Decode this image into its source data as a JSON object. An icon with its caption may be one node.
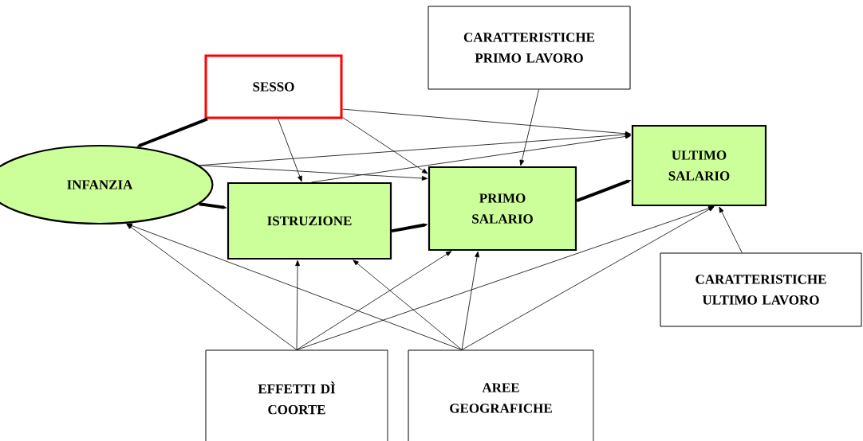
{
  "diagram": {
    "nodes": [
      {
        "text": [
          "CARATTERISTICHE PRIMO LAVORO"
        ]
      },
      {
        "text": [
          "SESSO"
        ]
      },
      {
        "text": [
          "ULTIMO SALARIO"
        ]
      },
      {
        "text": [
          "INFANZIA"
        ]
      },
      {
        "text": [
          "PRIMO SALARIO"
        ]
      },
      {
        "text": [
          "ISTRUZIONE"
        ]
      },
      {
        "text": [
          "CARATTERISTICHE ULTIMO LAVORO"
        ]
      },
      {
        "text": [
          "EFFETTI DÌ COORTE"
        ]
      },
      {
        "text": [
          "AREE GEOGRAFICHE"
        ]
      }
    ],
    "edges": [
      {
        "from": 1,
        "to": 3,
        "arrow": "to",
        "style": "thick"
      },
      {
        "from": 1,
        "to": 5,
        "arrow": "to"
      },
      {
        "from": 1,
        "to": 4,
        "arrow": "to"
      },
      {
        "from": 1,
        "to": 2,
        "arrow": "to"
      },
      {
        "from": 3,
        "to": 5,
        "arrow": "to",
        "style": "thick"
      },
      {
        "from": 3,
        "to": 4,
        "arrow": "to"
      },
      {
        "from": 3,
        "to": 2,
        "arrow": "to"
      },
      {
        "from": 5,
        "to": 2,
        "arrow": "to"
      },
      {
        "from": 5,
        "to": 4,
        "arrow": "to",
        "style": "thick"
      },
      {
        "from": 4,
        "to": 2,
        "arrow": "to",
        "style": "thick"
      },
      {
        "from": 0,
        "to": 4,
        "arrow": "to"
      },
      {
        "from": 6,
        "to": 2,
        "arrow": "to"
      },
      {
        "from": 7,
        "to": 3,
        "arrow": "to"
      },
      {
        "from": 7,
        "to": 5,
        "arrow": "to"
      },
      {
        "from": 7,
        "to": 4,
        "arrow": "to"
      },
      {
        "from": 7,
        "to": 2,
        "arrow": "to"
      },
      {
        "from": 8,
        "to": 3,
        "arrow": "to"
      },
      {
        "from": 8,
        "to": 5,
        "arrow": "to"
      },
      {
        "from": 8,
        "to": 4,
        "arrow": "to"
      },
      {
        "from": 8,
        "to": 2,
        "arrow": "to"
      }
    ]
  }
}
